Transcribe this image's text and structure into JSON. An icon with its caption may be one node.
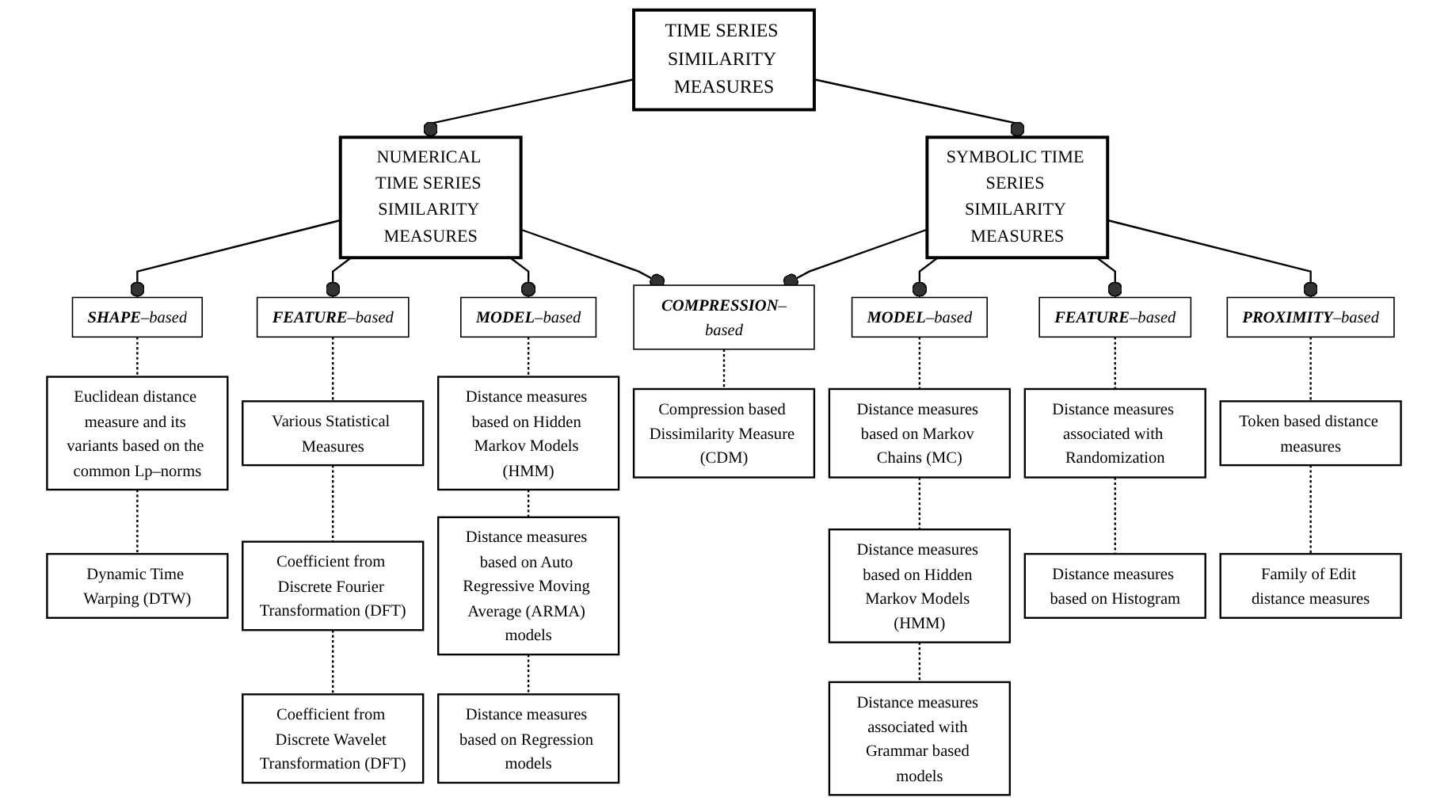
{
  "diagram": {
    "nodes": [
      {
        "text": [
          "TIME SERIES SIMILARITY MEASURES"
        ]
      },
      {
        "text": [
          "NUMERICAL TIME SERIES SIMILARITY MEASURES"
        ]
      },
      {
        "text": [
          "SYMBOLIC TIME SERIES SIMILARITY MEASURES"
        ]
      },
      {
        "text": [
          "**SHAPE**–based"
        ]
      },
      {
        "text": [
          "**FEATURE**–based"
        ]
      },
      {
        "text": [
          "**MODEL**–based"
        ]
      },
      {
        "text": [
          "**COMPRESSION**–based"
        ]
      },
      {
        "text": [
          "**MODEL**–based"
        ]
      },
      {
        "text": [
          "**FEATURE**–based"
        ]
      },
      {
        "text": [
          "**PROXIMITY**–based"
        ]
      },
      {
        "text": [
          "Euclidean distance measure and its variants based on the common Lp–norms"
        ]
      },
      {
        "text": [
          "Dynamic Time Warping (DTW)"
        ]
      },
      {
        "text": [
          "Various Statistical Measures"
        ]
      },
      {
        "text": [
          "Coefficient from Discrete Fourier Transformation (DFT)"
        ]
      },
      {
        "text": [
          "Coefficient from Discrete Wavelet Transformation (DFT)"
        ]
      },
      {
        "text": [
          "Distance measures based on Hidden Markov Models (HMM)"
        ]
      },
      {
        "text": [
          "Distance measures based on Auto Regressive Moving Average (ARMA) models"
        ]
      },
      {
        "text": [
          "Distance measures based on Regression models"
        ]
      },
      {
        "text": [
          "Compression based Dissimilarity Measure (CDM)"
        ]
      },
      {
        "text": [
          "Distance measures based on Markov Chains (MC)"
        ]
      },
      {
        "text": [
          "Distance measures based on Hidden Markov Models (HMM)"
        ]
      },
      {
        "text": [
          "Distance measures associated with Grammar based models"
        ]
      },
      {
        "text": [
          "Distance measures associated with Randomization"
        ]
      },
      {
        "text": [
          "Distance measures based on Histogram"
        ]
      },
      {
        "text": [
          "Token based distance measures"
        ]
      },
      {
        "text": [
          "Family of Edit distance measures"
        ]
      }
    ],
    "edges": [
      {
        "from": 0,
        "to": 1,
        "arrow": "other"
      },
      {
        "from": 0,
        "to": 2,
        "arrow": "other"
      },
      {
        "from": 1,
        "to": 3,
        "arrow": "other"
      },
      {
        "from": 1,
        "to": 4,
        "arrow": "other"
      },
      {
        "from": 1,
        "to": 5,
        "arrow": "other"
      },
      {
        "from": 1,
        "to": 6,
        "arrow": "other"
      },
      {
        "from": 2,
        "to": 6,
        "arrow": "other"
      },
      {
        "from": 2,
        "to": 7,
        "arrow": "other"
      },
      {
        "from": 2,
        "to": 8,
        "arrow": "other"
      },
      {
        "from": 2,
        "to": 9,
        "arrow": "other"
      },
      {
        "from": 3,
        "to": 10,
        "arrow": "none",
        "style": "dashed"
      },
      {
        "from": 10,
        "to": 11,
        "arrow": "none",
        "style": "dashed"
      },
      {
        "from": 4,
        "to": 12,
        "arrow": "none",
        "style": "dashed"
      },
      {
        "from": 12,
        "to": 13,
        "arrow": "none",
        "style": "dashed"
      },
      {
        "from": 13,
        "to": 14,
        "arrow": "none",
        "style": "dashed"
      },
      {
        "from": 5,
        "to": 15,
        "arrow": "none",
        "style": "dashed"
      },
      {
        "from": 15,
        "to": 16,
        "arrow": "none",
        "style": "dashed"
      },
      {
        "from": 16,
        "to": 17,
        "arrow": "none",
        "style": "dashed"
      },
      {
        "from": 6,
        "to": 18,
        "arrow": "none",
        "style": "dashed"
      },
      {
        "from": 7,
        "to": 19,
        "arrow": "none",
        "style": "dashed"
      },
      {
        "from": 19,
        "to": 20,
        "arrow": "none",
        "style": "dashed"
      },
      {
        "from": 20,
        "to": 21,
        "arrow": "none",
        "style": "dashed"
      },
      {
        "from": 8,
        "to": 22,
        "arrow": "none",
        "style": "dashed"
      },
      {
        "from": 22,
        "to": 23,
        "arrow": "none",
        "style": "dashed"
      },
      {
        "from": 9,
        "to": 24,
        "arrow": "none",
        "style": "dashed"
      },
      {
        "from": 24,
        "to": 25,
        "arrow": "none",
        "style": "dashed"
      }
    ]
  }
}
